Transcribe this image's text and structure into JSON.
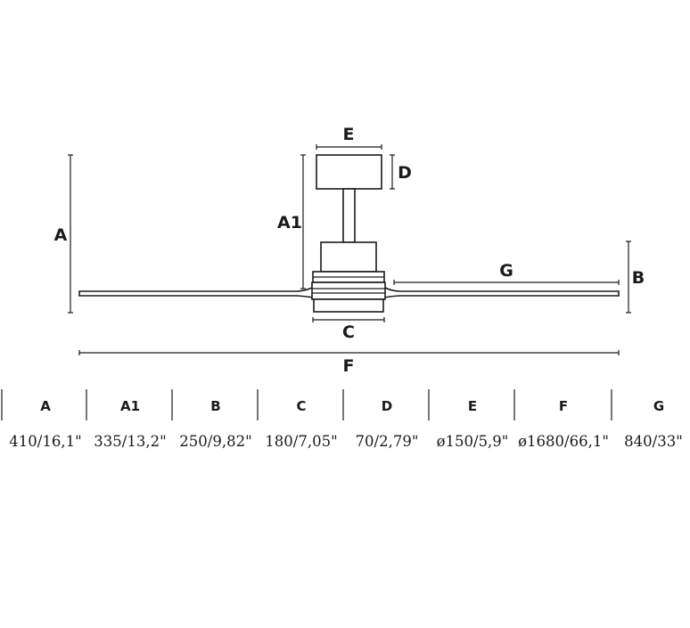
{
  "dimensions": {
    "labels": {
      "A": "A",
      "A1": "A1",
      "B": "B",
      "C": "C",
      "D": "D",
      "E": "E",
      "F": "F",
      "G": "G"
    }
  },
  "table": {
    "columns": [
      {
        "header": "A",
        "value": "410/16,1\""
      },
      {
        "header": "A1",
        "value": "335/13,2\""
      },
      {
        "header": "B",
        "value": "250/9,82\""
      },
      {
        "header": "C",
        "value": "180/7,05\""
      },
      {
        "header": "D",
        "value": "70/2,79\""
      },
      {
        "header": "E",
        "value": "ø150/5,9\""
      },
      {
        "header": "F",
        "value": "ø1680/66,1\""
      },
      {
        "header": "G",
        "value": "840/33\""
      }
    ]
  }
}
